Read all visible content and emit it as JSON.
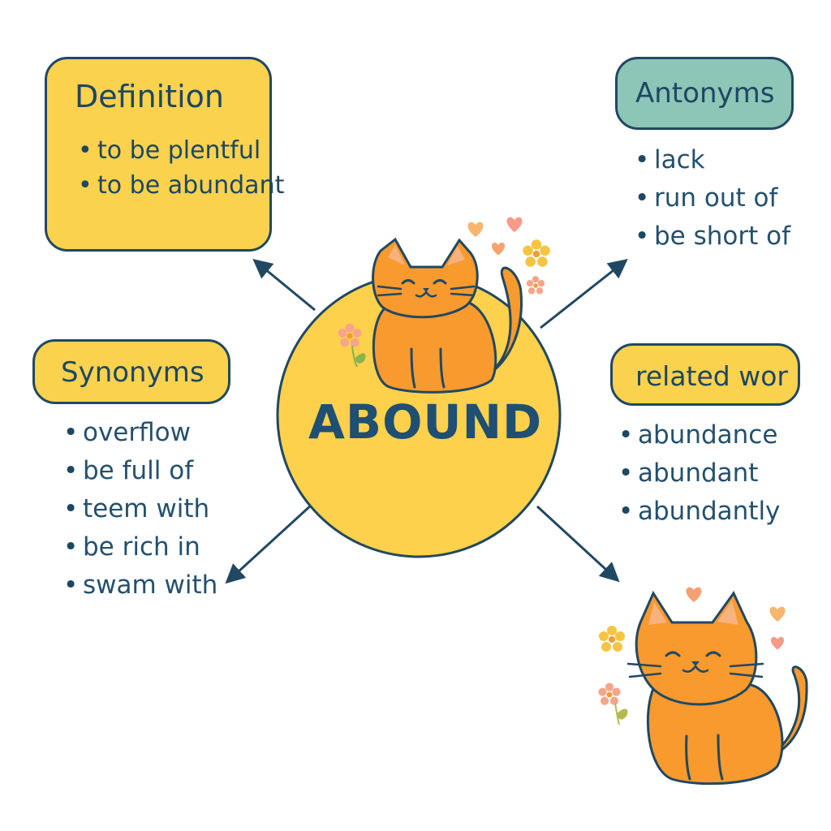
{
  "colors": {
    "center_fill": "#fdd14b",
    "box_fill": "#fbd24e",
    "antonyms_fill": "#8dc5b6",
    "outline": "#214862",
    "text": "#1f4a66",
    "cat_fill": "#f89a2e",
    "cat_ear_inner": "#f8b27d"
  },
  "center": {
    "word": "ABOUND"
  },
  "definition": {
    "title": "Definition",
    "items": [
      "to be plentful",
      "to be abundant"
    ]
  },
  "antonyms": {
    "title": "Antonyms",
    "items": [
      "lack",
      "run out of",
      "be short of"
    ]
  },
  "synonyms": {
    "title": "Synonyms",
    "items": [
      "overflow",
      "be full of",
      "teem with",
      "be rich in",
      "swam with"
    ]
  },
  "related": {
    "title": "related wor",
    "items": [
      "abundance",
      "abundant",
      "abundantly"
    ]
  },
  "icons": {
    "center_cat": "cat-icon",
    "corner_cat": "cat-icon",
    "heart": "heart-icon",
    "flower": "flower-icon"
  }
}
